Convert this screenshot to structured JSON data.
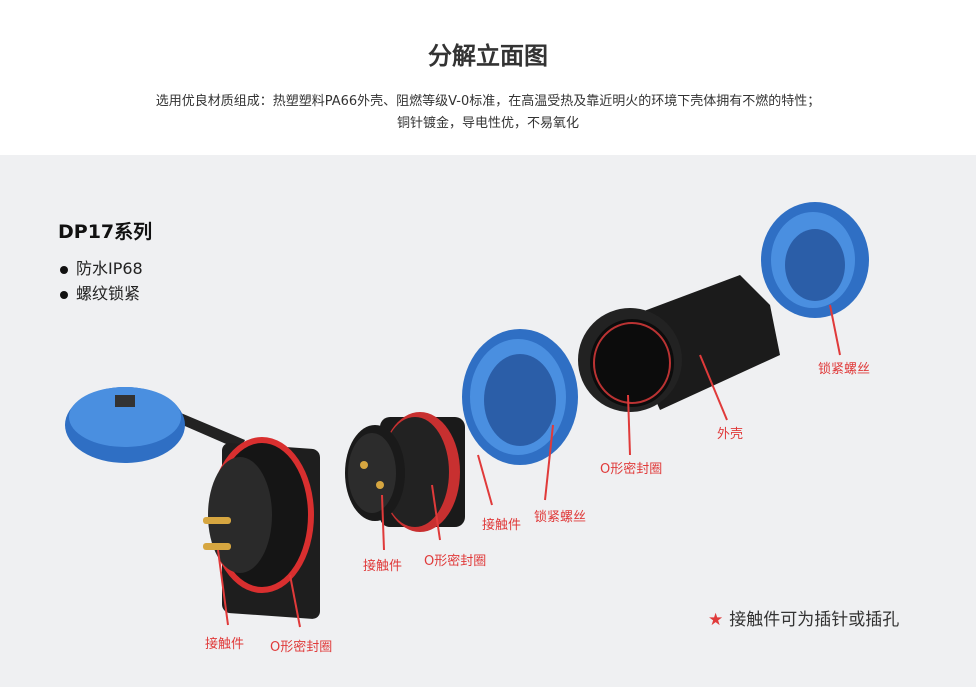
{
  "header": {
    "title": "分解立面图",
    "desc_line1": "选用优良材质组成：热塑塑料PA66外壳、阻燃等级V-0标准，在高温受热及靠近明火的环境下壳体拥有不燃的特性；",
    "desc_line2": "铜针镀金，导电性优，不易氧化"
  },
  "product": {
    "series": "DP17系列",
    "features": [
      "防水IP68",
      "螺纹锁紧"
    ]
  },
  "labels": {
    "nut_right": "锁紧螺丝",
    "shell": "外壳",
    "oring_body": "O形密封圈",
    "nut_mid": "锁紧螺丝",
    "contact_plug_side": "接触件",
    "oring_plug": "O形密封圈",
    "contact_plug": "接触件",
    "contact_socket": "接触件",
    "oring_socket": "O形密封圈"
  },
  "note": {
    "star": "★",
    "text": "接触件可为插针或插孔"
  },
  "colors": {
    "label": "#e03a3a",
    "blue": "#3a7fd6",
    "body": "#1c1c1c",
    "bg": "#eff0f2"
  }
}
